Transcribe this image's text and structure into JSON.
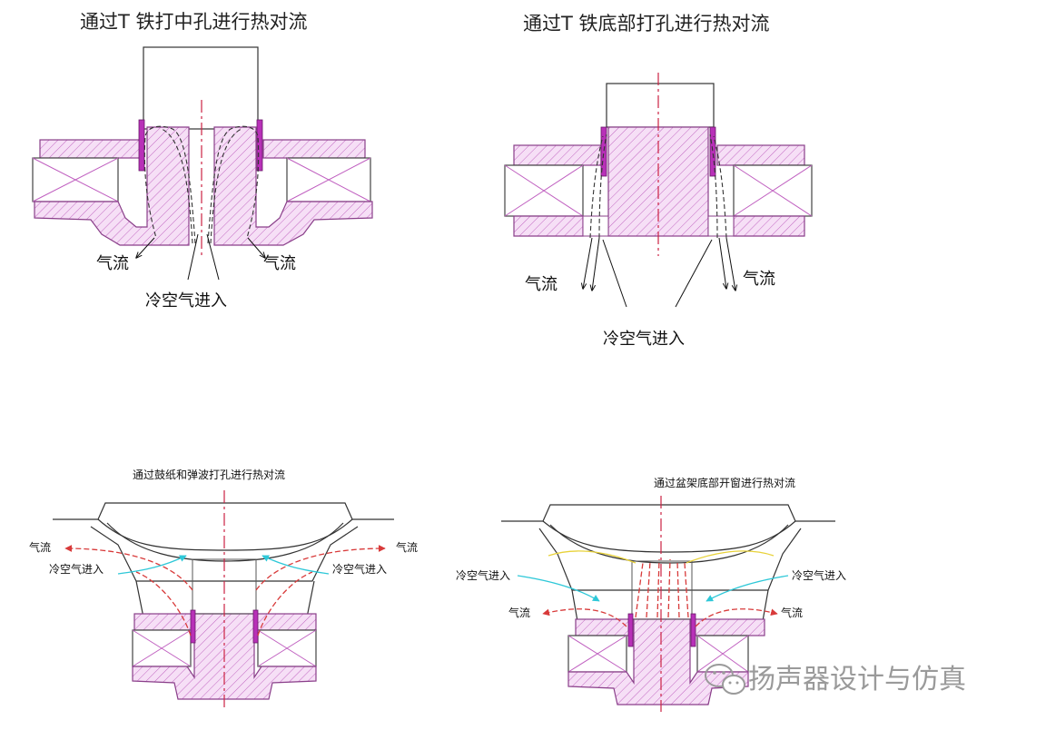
{
  "diagram_tl": {
    "title": "通过T 铁打中孔进行热对流",
    "airflow_left": "气流",
    "airflow_right": "气流",
    "cold_air": "冷空气进入"
  },
  "diagram_tr": {
    "title": "通过T 铁底部打孔进行热对流",
    "airflow_left": "气流",
    "airflow_right": "气流",
    "cold_air": "冷空气进入"
  },
  "diagram_bl": {
    "title": "通过鼓纸和弹波打孔进行热对流",
    "airflow_left": "气流",
    "airflow_right": "气流",
    "cold_air_left": "冷空气进入",
    "cold_air_right": "冷空气进入"
  },
  "diagram_br": {
    "title": "通过盆架底部开窗进行热对流",
    "cold_air_left": "冷空气进入",
    "cold_air_right": "冷空气进入",
    "airflow_left": "气流",
    "airflow_right": "气流"
  },
  "watermark": {
    "text": "扬声器设计与仿真",
    "icon": "wechat-icon"
  }
}
